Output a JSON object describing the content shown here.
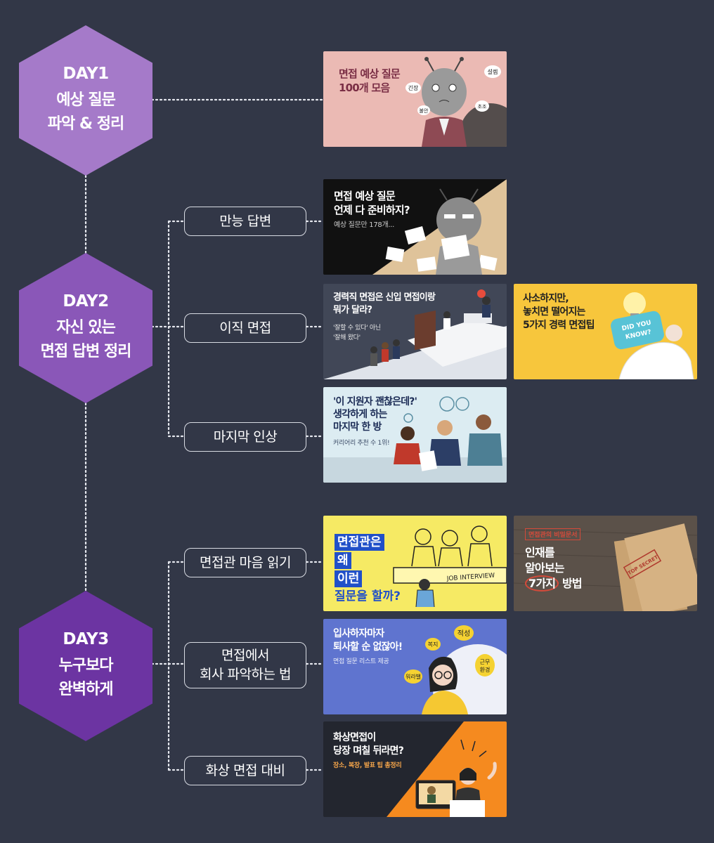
{
  "days": [
    {
      "day": "DAY1",
      "title_line1": "예상 질문",
      "title_line2": "파악 & 정리",
      "color": "#a57ac9"
    },
    {
      "day": "DAY2",
      "title_line1": "자신 있는",
      "title_line2": "면접 답변 정리",
      "color": "#8a57b8"
    },
    {
      "day": "DAY3",
      "title_line1": "누구보다",
      "title_line2": "완벽하게",
      "color": "#6c34a2"
    }
  ],
  "topics": {
    "allround": "만능 답변",
    "career_change": "이직 면접",
    "last_impression": "마지막 인상",
    "interviewer_mind": "면접관 마음 읽기",
    "company_line1": "면접에서",
    "company_line2": "회사 파악하는 법",
    "video_interview": "화상 면접 대비"
  },
  "cards": {
    "c1": {
      "title_line1": "면접 예상 질문",
      "title_line2": "100개 모음",
      "bubbles": [
        "긴장",
        "설렘",
        "불안",
        "초조"
      ]
    },
    "c2": {
      "title_line1": "면접 예상 질문",
      "title_line2": "언제 다 준비하지?",
      "sub": "예상 질문만 178개..."
    },
    "c3": {
      "title_line1": "경력직 면접은 신입 면접이랑",
      "title_line2": "뭐가 달라?",
      "sub_line1": "'잘할 수 있다' 아닌",
      "sub_line2": "'잘해 왔다'"
    },
    "c4": {
      "title_line1": "사소하지만,",
      "title_line2": "놓치면 떨어지는",
      "title_line3": "5가지 경력 면접팁",
      "bubble_line1": "DID YOU",
      "bubble_line2": "KNOW?"
    },
    "c5": {
      "title_line1": "'이 지원자 괜찮은데?'",
      "title_line2": "생각하게 하는",
      "title_line3": "마지막 한 방",
      "sub": "커리어리 추천 수 1위!"
    },
    "c6": {
      "line1": "면접관은",
      "line2": "왜",
      "line3": "이런",
      "line4": "질문을 할까?",
      "banner": "JOB INTERVIEW"
    },
    "c7": {
      "stamp": "면접관의 비밀문서",
      "line1": "인재를",
      "line2": "알아보는",
      "line3a": "7가지",
      "line3b": "방법",
      "envelope": "TOP SECRET"
    },
    "c8": {
      "title_line1": "입사하자마자",
      "title_line2": "퇴사할 순 없잖아!",
      "sub": "면접 질문 리스트 제공",
      "bubbles": [
        "복지",
        "적성",
        "근무",
        "환경",
        "워라밸"
      ]
    },
    "c9": {
      "title_line1": "화상면접이",
      "title_line2": "당장 며칠 뒤라면?",
      "sub": "장소, 복장, 발표 팁 총정리"
    }
  }
}
